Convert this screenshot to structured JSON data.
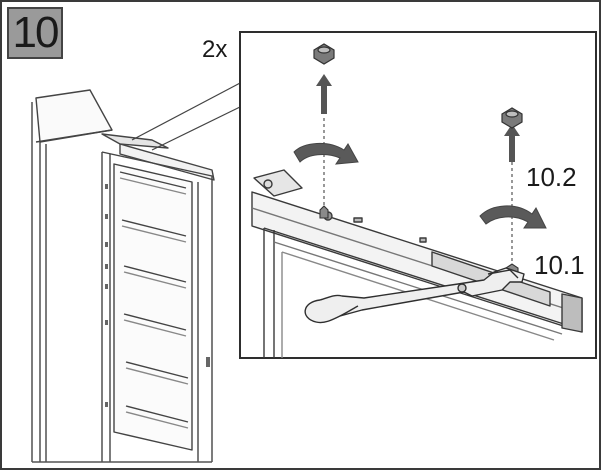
{
  "step": {
    "number": "10"
  },
  "labels": {
    "quantity": "2x",
    "sub_step_upper": "10.2",
    "sub_step_lower": "10.1"
  },
  "icons": [
    "hex-nut-icon",
    "arrow-up-icon",
    "rotate-arrow-icon",
    "wrench-icon"
  ],
  "colors": {
    "line": "#3a3a3a",
    "step_box": "#9a9a9a"
  }
}
